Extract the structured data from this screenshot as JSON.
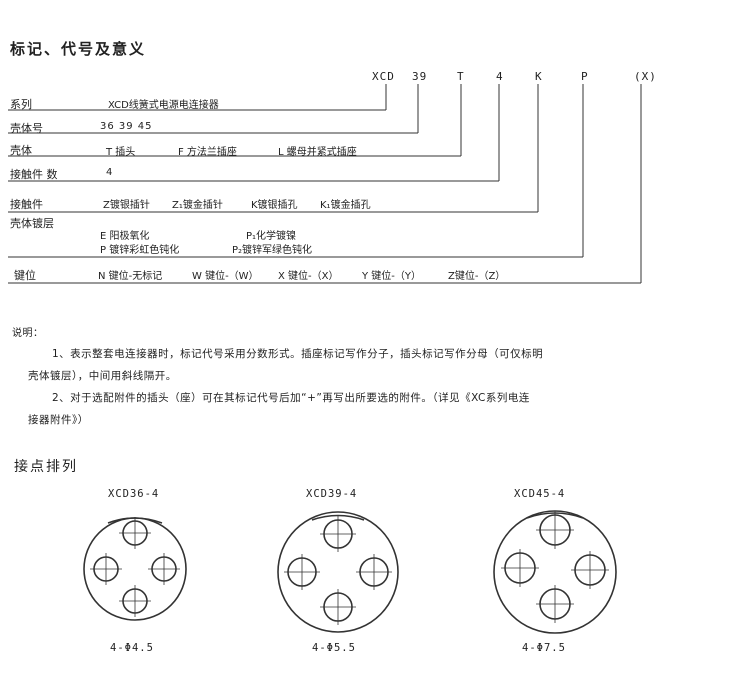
{
  "title": "标记、代号及意义",
  "codes": [
    "XCD",
    "39",
    "T",
    "4",
    "K",
    "P",
    "(X)"
  ],
  "rows": [
    {
      "label": "系列",
      "values": [
        "XCD线簧式电源电连接器"
      ]
    },
    {
      "label": "壳体号",
      "values": [
        "36 39 45"
      ]
    },
    {
      "label": "壳体",
      "values": [
        "T 插头",
        "F 方法兰插座",
        "L 螺母并紧式插座"
      ]
    },
    {
      "label": "接触件 数",
      "values": [
        "4"
      ]
    },
    {
      "label": "接触件",
      "values": [
        "Z镀银插针",
        "Z₁镀金插针",
        "K镀银插孔",
        "K₁镀金插孔"
      ]
    },
    {
      "label": "壳体镀层",
      "values": [
        "E 阳极氧化",
        "P₁化学镀镍",
        "P 镀锌彩虹色钝化",
        "P₂镀锌军绿色钝化"
      ]
    },
    {
      "label": "键位",
      "values": [
        "N 键位-无标记",
        "W 键位-（W）",
        "X 键位-（X）",
        "Y 键位-（Y）",
        "Z键位-（Z）"
      ]
    }
  ],
  "notes": {
    "heading": "说明：",
    "p1_line1": "1、表示整套电连接器时，标记代号采用分数形式。插座标记写作分子，插头标记写作分母（可仅标明",
    "p1_line2": "壳体镀层），中间用斜线隔开。",
    "p2_line1": "2、对于选配附件的插头（座）可在其标记代号后加“+”再写出所要选的附件。（详见《XC系列电连",
    "p2_line2": "接器附件》）"
  },
  "contacts": {
    "heading": "接点排列",
    "items": [
      {
        "name": "XCD36-4",
        "caption": "4-Φ4.5"
      },
      {
        "name": "XCD39-4",
        "caption": "4-Φ5.5"
      },
      {
        "name": "XCD45-4",
        "caption": "4-Φ7.5"
      }
    ]
  },
  "colors": {
    "ink": "#222222",
    "line": "#333333"
  }
}
